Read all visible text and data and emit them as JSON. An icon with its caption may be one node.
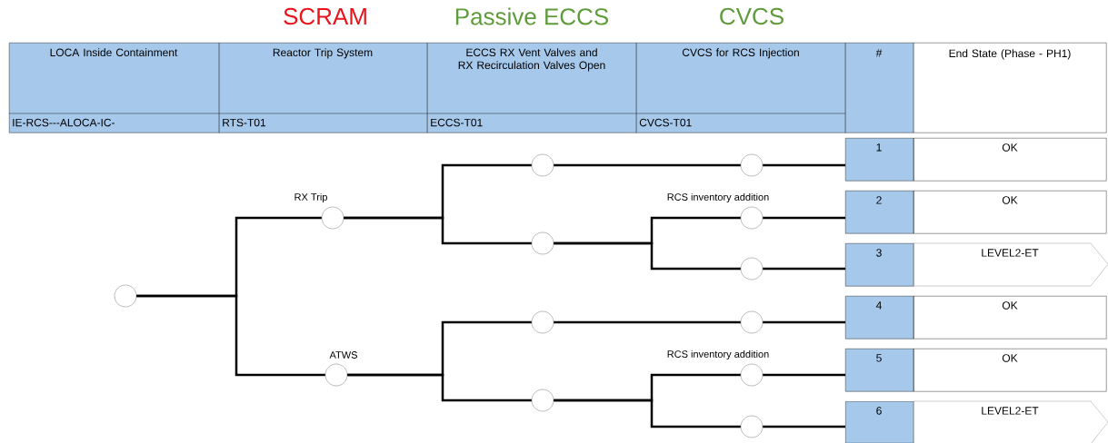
{
  "diagram": {
    "nodes": [
      {
        "text": [
          "LOCA Inside Containment",
          "IE-RCS---ALOCA-IC-"
        ]
      },
      {
        "text": [
          "Reactor Trip System",
          "RTS-T01"
        ]
      },
      {
        "text": [
          "ECCS RX Vent Valves and RX Recirculation Valves Open",
          "ECCS-T01"
        ]
      },
      {
        "text": [
          "CVCS for RCS Injection",
          "CVCS-T01"
        ]
      },
      {
        "text": [
          "#"
        ]
      },
      {
        "text": [
          "End State (Phase - PH1)"
        ]
      },
      {
        "text": [],
        "shape": "circle"
      },
      {
        "text": [],
        "shape": "circle",
        "beside": [
          "RX Trip"
        ]
      },
      {
        "text": [],
        "shape": "circle",
        "beside": [
          "ATWS"
        ]
      },
      {
        "text": [],
        "shape": "circle"
      },
      {
        "text": [],
        "shape": "circle"
      },
      {
        "text": [],
        "shape": "circle"
      },
      {
        "text": [],
        "shape": "circle"
      },
      {
        "text": [],
        "shape": "circle"
      },
      {
        "text": [],
        "shape": "circle",
        "beside": [
          "RCS inventory addition"
        ]
      },
      {
        "text": [],
        "shape": "circle"
      },
      {
        "text": [],
        "shape": "circle"
      },
      {
        "text": [],
        "shape": "circle",
        "beside": [
          "RCS inventory addition"
        ]
      },
      {
        "text": [],
        "shape": "circle"
      },
      {
        "text": [
          "1"
        ]
      },
      {
        "text": [
          "OK"
        ]
      },
      {
        "text": [
          "2"
        ]
      },
      {
        "text": [
          "OK"
        ]
      },
      {
        "text": [
          "3"
        ]
      },
      {
        "text": [
          "LEVEL2-ET"
        ]
      },
      {
        "text": [
          "4"
        ]
      },
      {
        "text": [
          "OK"
        ]
      },
      {
        "text": [
          "5"
        ]
      },
      {
        "text": [
          "OK"
        ]
      },
      {
        "text": [
          "6"
        ]
      },
      {
        "text": [
          "LEVEL2-ET"
        ]
      }
    ],
    "edges": [
      {
        "from": 6,
        "to": 7,
        "arrow": "none"
      },
      {
        "from": 6,
        "to": 8,
        "arrow": "none"
      },
      {
        "from": 7,
        "to": 9,
        "arrow": "none"
      },
      {
        "from": 7,
        "to": 10,
        "arrow": "none"
      },
      {
        "from": 8,
        "to": 11,
        "arrow": "none"
      },
      {
        "from": 8,
        "to": 12,
        "arrow": "none"
      },
      {
        "from": 9,
        "to": 13,
        "arrow": "none"
      },
      {
        "from": 10,
        "to": 14,
        "arrow": "none"
      },
      {
        "from": 10,
        "to": 15,
        "arrow": "none"
      },
      {
        "from": 11,
        "to": 16,
        "arrow": "none"
      },
      {
        "from": 12,
        "to": 17,
        "arrow": "none"
      },
      {
        "from": 12,
        "to": 18,
        "arrow": "none"
      },
      {
        "from": 13,
        "to": 19,
        "arrow": "none"
      },
      {
        "from": 14,
        "to": 21,
        "arrow": "none"
      },
      {
        "from": 15,
        "to": 23,
        "arrow": "none"
      },
      {
        "from": 16,
        "to": 25,
        "arrow": "none"
      },
      {
        "from": 17,
        "to": 27,
        "arrow": "none"
      },
      {
        "from": 18,
        "to": 29,
        "arrow": "none"
      }
    ],
    "labels": [
      "SCRAM",
      "Passive ECCS",
      "CVCS"
    ]
  }
}
